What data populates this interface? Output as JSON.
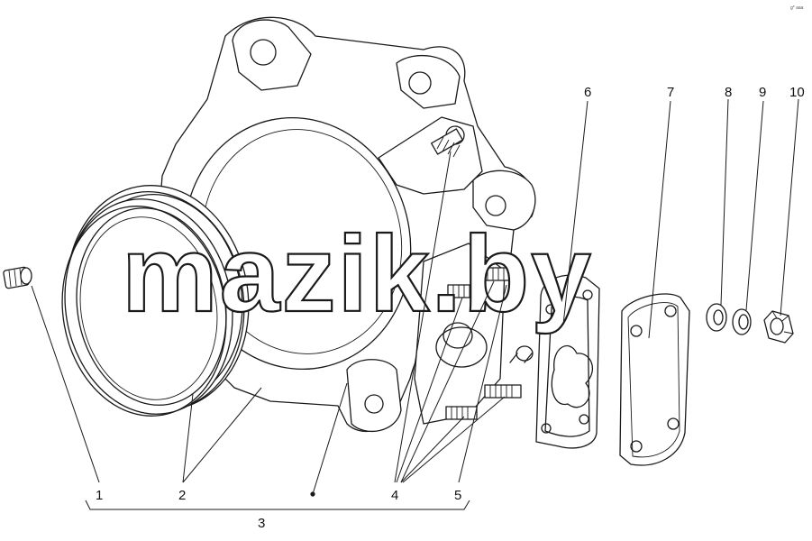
{
  "diagram": {
    "callouts": [
      "1",
      "2",
      "3",
      "4",
      "5",
      "6",
      "7",
      "8",
      "9",
      "10"
    ]
  },
  "watermark": "mazik.by",
  "corner_mark": "g* aaa"
}
